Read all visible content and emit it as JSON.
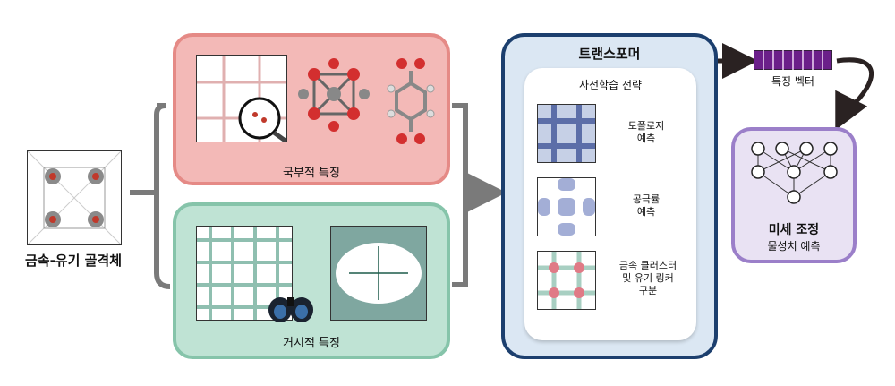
{
  "mof": {
    "label": "금속-유기 골격체"
  },
  "local_features": {
    "label": "국부적 특징"
  },
  "global_features": {
    "label": "거시적 특징"
  },
  "transformer": {
    "title": "트랜스포머",
    "pretraining": {
      "title": "사전학습 전략",
      "tasks": [
        {
          "lines": [
            "토폴로지",
            "예측"
          ]
        },
        {
          "lines": [
            "공극률",
            "예측"
          ]
        },
        {
          "lines": [
            "금속 클러스터",
            "및 유기 링커",
            "구분"
          ]
        }
      ]
    }
  },
  "feature_vector": {
    "label": "특징 벡터"
  },
  "finetuning": {
    "title": "미세 조정",
    "subtitle": "물성치 예측"
  },
  "colors": {
    "local_fill": "#f3b9b7",
    "local_border": "#e58a86",
    "global_fill": "#bfe3d4",
    "global_border": "#86c4aa",
    "transformer_border": "#1c3f6e",
    "finetune_border": "#9b7fc9",
    "vector_fill": "#6b1f8a"
  }
}
